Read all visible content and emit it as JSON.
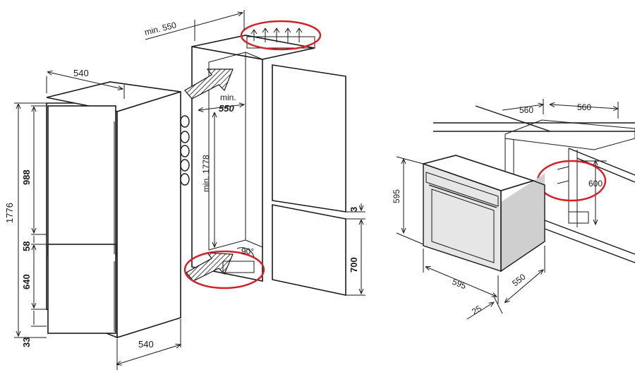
{
  "fridge": {
    "width_top": "540",
    "width_bottom": "540",
    "total_height": "1776",
    "upper_door": "988",
    "gap": "58",
    "lower_door": "640",
    "base": "33"
  },
  "niche": {
    "depth_min": "min. 550",
    "depth_min_label": "min.",
    "depth_min_value": "550",
    "height_min": "min. 1778",
    "top_gap": "3",
    "lower_door": "700",
    "angle": "90°"
  },
  "oven": {
    "cabinet_depth": "560",
    "cabinet_width": "560",
    "height": "595",
    "width": "595",
    "depth": "550",
    "front": "25",
    "opening": "600"
  },
  "colors": {
    "line": "#1a1a1a",
    "highlight": "#d41f26",
    "oven_fill": "#e6e6e6"
  },
  "icons": {
    "hinges": "hinge-icon",
    "airflow": "airflow-arrow-icon"
  }
}
